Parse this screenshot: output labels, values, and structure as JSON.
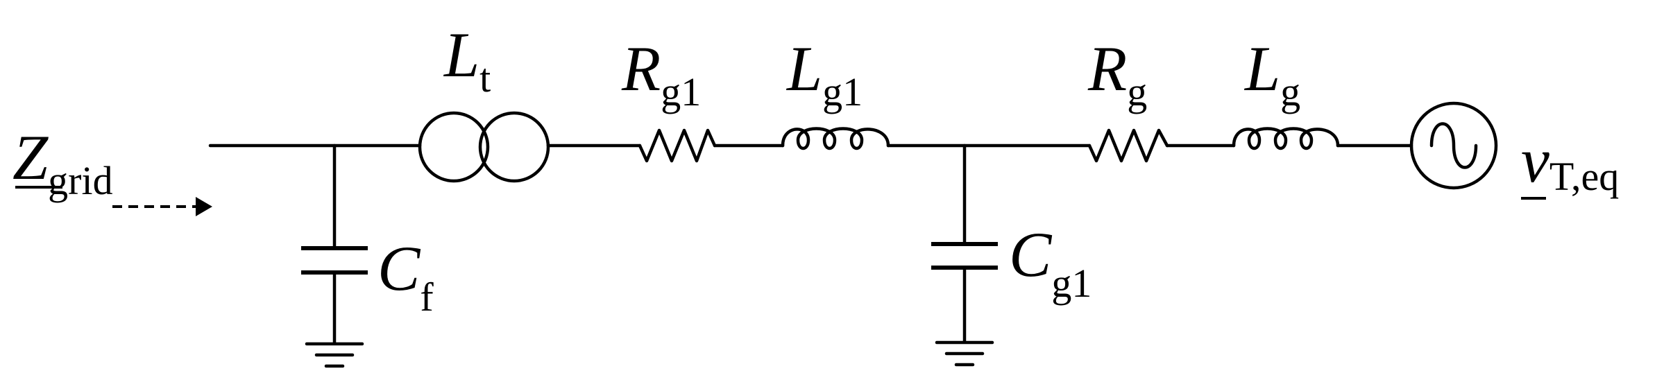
{
  "labels": {
    "z_grid": {
      "main": "Z",
      "sub": "grid"
    },
    "l_t": {
      "main": "L",
      "sub": "t"
    },
    "r_g1": {
      "main": "R",
      "sub": "g1"
    },
    "l_g1": {
      "main": "L",
      "sub": "g1"
    },
    "r_g": {
      "main": "R",
      "sub": "g"
    },
    "l_g": {
      "main": "L",
      "sub": "g"
    },
    "c_f": {
      "main": "C",
      "sub": "f"
    },
    "c_g1": {
      "main": "C",
      "sub": "g1"
    },
    "v_t_eq": {
      "main": "v",
      "sub": "T,eq"
    }
  }
}
